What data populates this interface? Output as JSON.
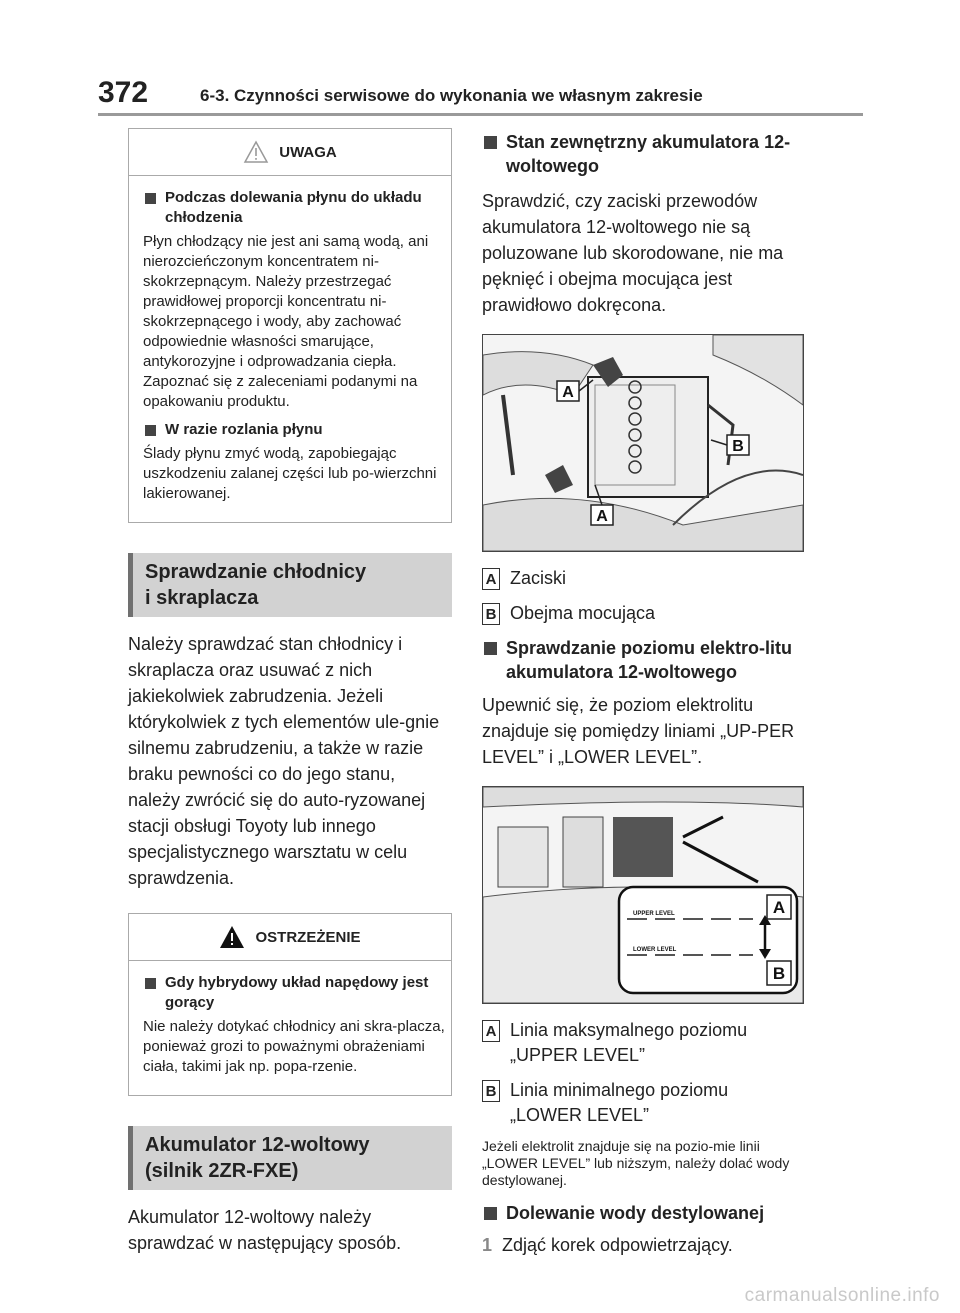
{
  "header": {
    "page_number": "372",
    "chapter": "6-3. Czynności serwisowe do wykonania we własnym zakresie"
  },
  "left": {
    "uwaga": {
      "title": "UWAGA",
      "sub1": "Podczas dolewania płynu do układu chłodzenia",
      "text1": "Płyn chłodzący nie jest ani samą wodą, ani nierozcieńczonym koncentratem ni-skokrzepnącym. Należy przestrzegać prawidłowej proporcji koncentratu ni-skokrzepnącego i wody, aby zachować odpowiednie własności smarujące, antykorozyjne i odprowadzania ciepła. Zapoznać się z zaleceniami podanymi na opakowaniu produktu.",
      "sub2": "W razie rozlania płynu",
      "text2": "Ślady płynu zmyć wodą, zapobiegając uszkodzeniu zalanej części lub po-wierzchni lakierowanej."
    },
    "section1": {
      "title_line1": "Sprawdzanie chłodnicy",
      "title_line2": "i skraplacza",
      "body": "Należy sprawdzać stan chłodnicy i skraplacza oraz usuwać z nich jakiekolwiek zabrudzenia. Jeżeli którykolwiek z tych elementów ule-gnie silnemu zabrudzeniu, a także w razie braku pewności co do jego stanu, należy zwrócić się do auto-ryzowanej stacji obsługi Toyoty lub innego specjalistycznego warsztatu w celu sprawdzenia."
    },
    "ostrzezenie": {
      "title": "OSTRZEŻENIE",
      "sub1": "Gdy hybrydowy układ napędowy jest gorący",
      "text1": "Nie należy dotykać chłodnicy ani skra-placza, ponieważ grozi to poważnymi obrażeniami ciała, takimi jak np. popa-rzenie."
    },
    "section2": {
      "title_line1": "Akumulator 12-woltowy",
      "title_line2": "(silnik 2ZR-FXE)",
      "body": "Akumulator 12-woltowy należy sprawdzać w następujący sposób."
    }
  },
  "right": {
    "sub1": "Stan zewnętrzny akumulatora 12-woltowego",
    "text1": "Sprawdzić, czy zaciski przewodów akumulatora 12-woltowego nie są poluzowane lub skorodowane, nie ma pęknięć i obejma mocująca jest prawidłowo dokręcona.",
    "fig1": {
      "label_a": "A",
      "label_b": "B"
    },
    "legend1": [
      {
        "letter": "A",
        "text": "Zaciski"
      },
      {
        "letter": "B",
        "text": "Obejma mocująca"
      }
    ],
    "sub2": "Sprawdzanie poziomu elektro-litu akumulatora 12-woltowego",
    "text2": "Upewnić się, że poziom elektrolitu znajduje się pomiędzy liniami „UP-PER LEVEL” i „LOWER LEVEL”.",
    "fig2": {
      "label_a": "A",
      "label_b": "B",
      "upper": "UPPER LEVEL",
      "lower": "LOWER LEVEL"
    },
    "legend2": [
      {
        "letter": "A",
        "text": "Linia maksymalnego poziomu „UPPER LEVEL”"
      },
      {
        "letter": "B",
        "text": "Linia minimalnego poziomu „LOWER LEVEL”"
      }
    ],
    "note": "Jeżeli elektrolit znajduje się na pozio-mie linii „LOWER LEVEL” lub niższym, należy dolać wody destylowanej.",
    "sub3": "Dolewanie wody destylowanej",
    "step1": {
      "num": "1",
      "text": "Zdjąć korek odpowietrzający."
    }
  },
  "watermark": "carmanualsonline.info"
}
